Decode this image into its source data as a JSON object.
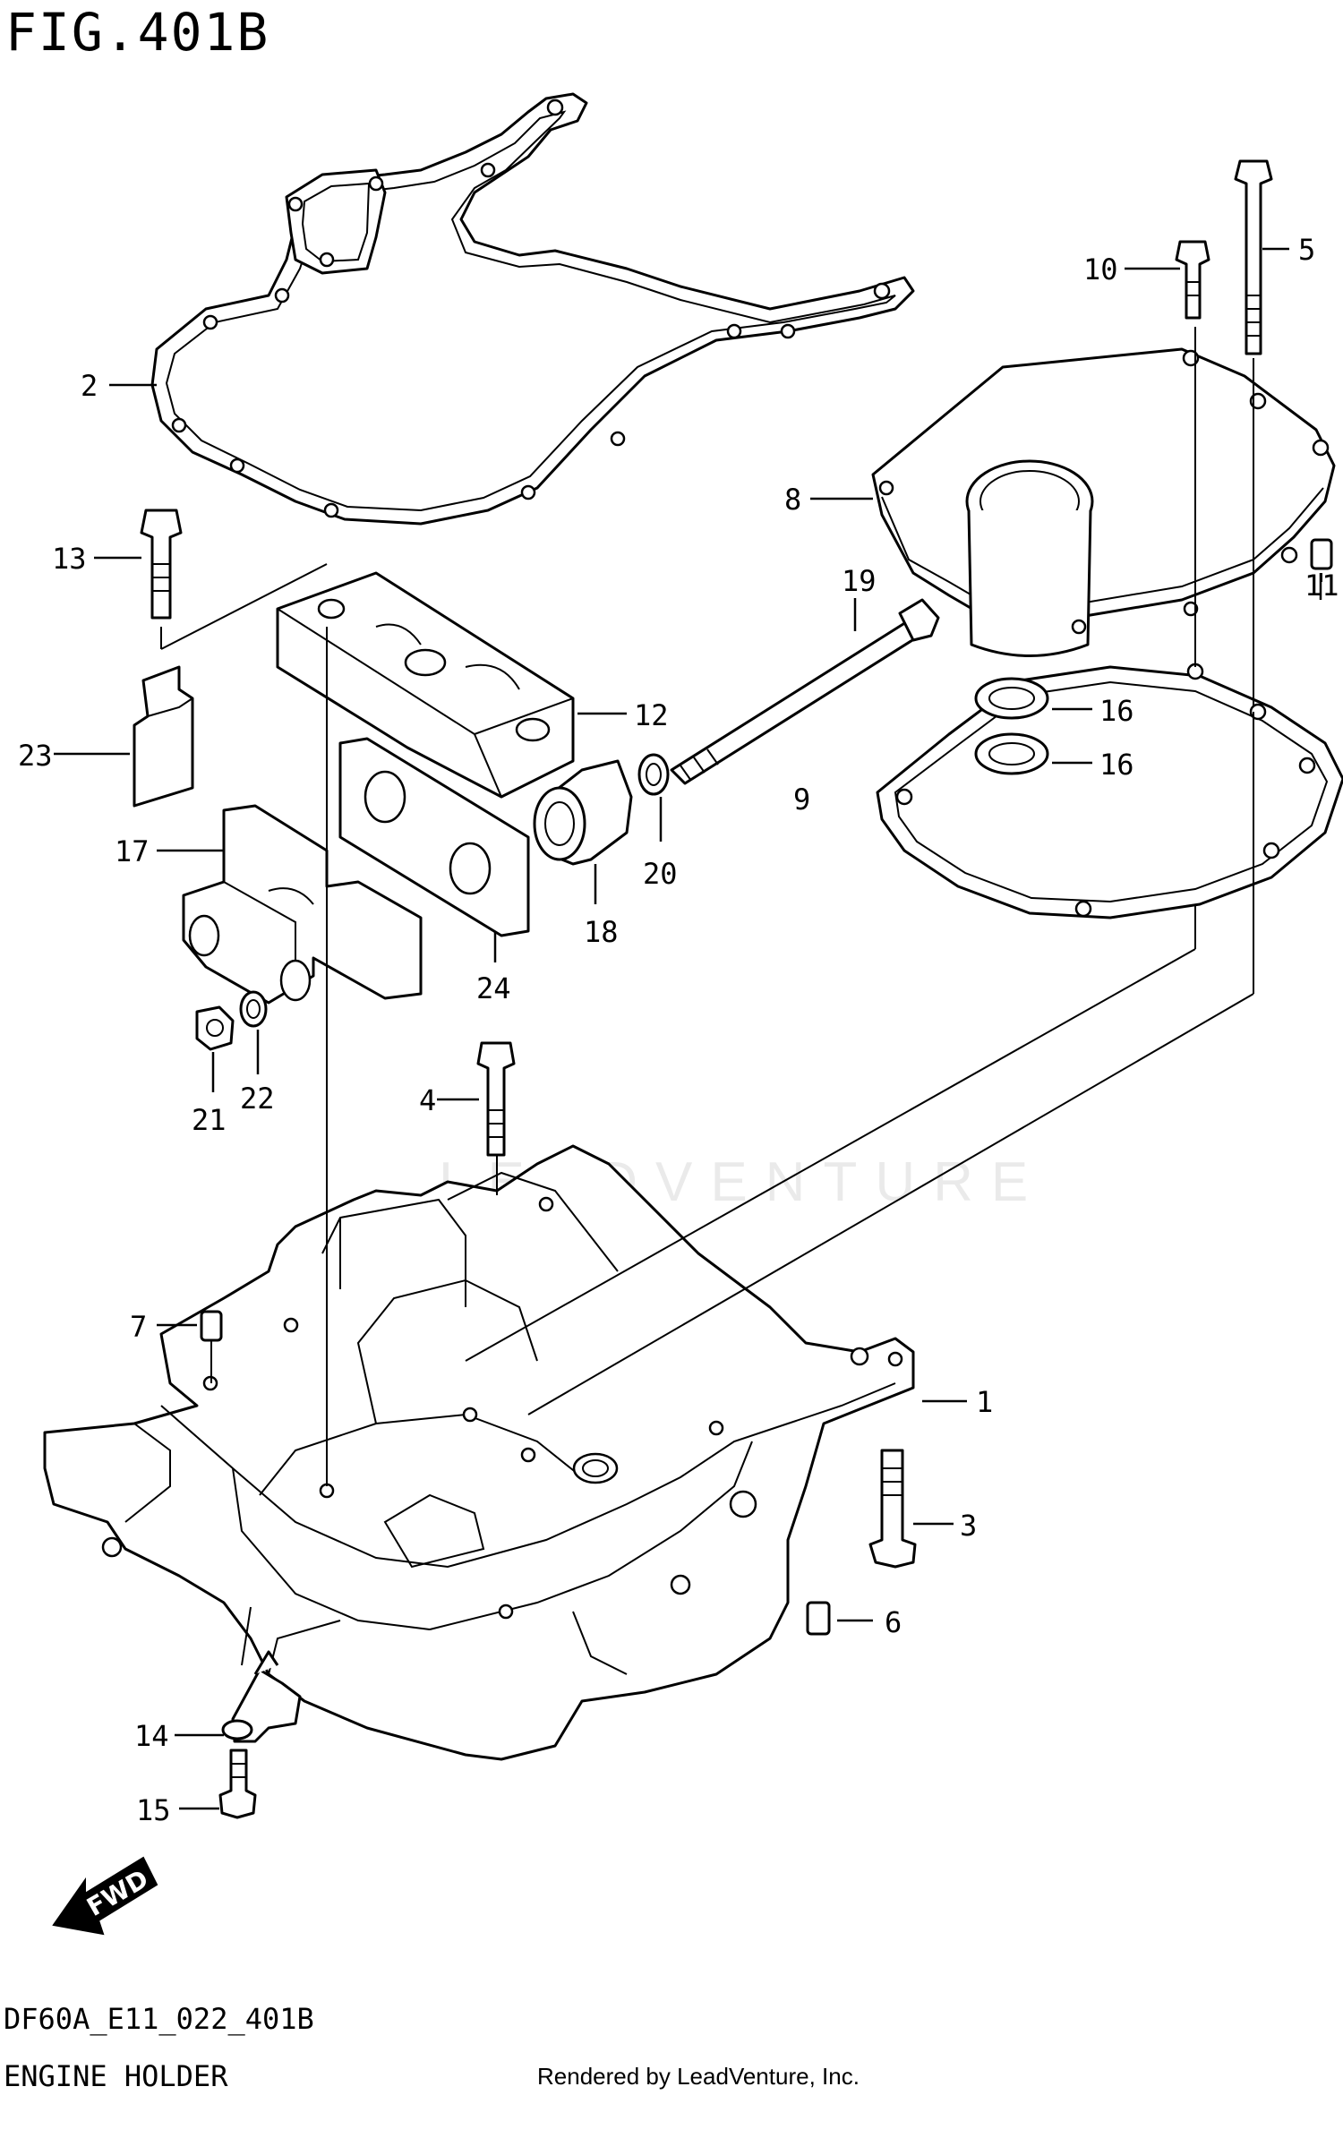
{
  "figure": {
    "title": "FIG.401B",
    "code": "DF60A_E11_022_401B",
    "name": "ENGINE HOLDER",
    "rendered_by": "Rendered by LeadVenture, Inc.",
    "watermark": "LEADVENTURE",
    "fwd_label": "FWD"
  },
  "callouts": [
    {
      "id": "1",
      "label": "1"
    },
    {
      "id": "2",
      "label": "2"
    },
    {
      "id": "3",
      "label": "3"
    },
    {
      "id": "4",
      "label": "4"
    },
    {
      "id": "5",
      "label": "5"
    },
    {
      "id": "6",
      "label": "6"
    },
    {
      "id": "7",
      "label": "7"
    },
    {
      "id": "8",
      "label": "8"
    },
    {
      "id": "9",
      "label": "9"
    },
    {
      "id": "10",
      "label": "10"
    },
    {
      "id": "11",
      "label": "11"
    },
    {
      "id": "12",
      "label": "12"
    },
    {
      "id": "13",
      "label": "13"
    },
    {
      "id": "14",
      "label": "14"
    },
    {
      "id": "15",
      "label": "15"
    },
    {
      "id": "16a",
      "label": "16"
    },
    {
      "id": "16b",
      "label": "16"
    },
    {
      "id": "17",
      "label": "17"
    },
    {
      "id": "18",
      "label": "18"
    },
    {
      "id": "19",
      "label": "19"
    },
    {
      "id": "20",
      "label": "20"
    },
    {
      "id": "21",
      "label": "21"
    },
    {
      "id": "22",
      "label": "22"
    },
    {
      "id": "23",
      "label": "23"
    },
    {
      "id": "24",
      "label": "24"
    }
  ]
}
